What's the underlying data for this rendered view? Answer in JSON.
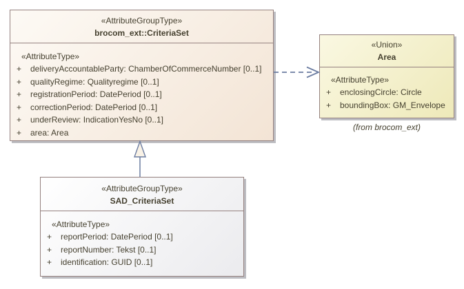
{
  "theme": {
    "box_border": "#94807e",
    "shadow": "#bdbdc2",
    "connector": "#6b7ca1",
    "text": "#45402f",
    "criteria_fill_start": "#fdfaf5",
    "criteria_fill_end": "#f3e4d5",
    "area_fill_start": "#faf8e2",
    "area_fill_end": "#eee9b9",
    "sad_fill_start": "#ffffff",
    "sad_fill_end": "#ebebee",
    "triangle_fill": "#f9f2e6"
  },
  "criteria_set": {
    "stereotype": "«AttributeGroupType»",
    "name": "brocom_ext::CriteriaSet",
    "section": "«AttributeType»",
    "attributes": [
      {
        "vis": "+",
        "text": "deliveryAccountableParty: ChamberOfCommerceNumber [0..1]"
      },
      {
        "vis": "+",
        "text": "qualityRegime: Qualityregime [0..1]"
      },
      {
        "vis": "+",
        "text": "registrationPeriod: DatePeriod [0..1]"
      },
      {
        "vis": "+",
        "text": "correctionPeriod: DatePeriod [0..1]"
      },
      {
        "vis": "+",
        "text": "underReview: IndicationYesNo [0..1]"
      },
      {
        "vis": "+",
        "text": "area: Area"
      }
    ]
  },
  "area": {
    "stereotype": "«Union»",
    "name": "Area",
    "section": "«AttributeType»",
    "attributes": [
      {
        "vis": "+",
        "text": "enclosingCircle: Circle"
      },
      {
        "vis": "+",
        "text": "boundingBox: GM_Envelope"
      }
    ],
    "caption": "(from brocom_ext)"
  },
  "sad_criteria_set": {
    "stereotype": "«AttributeGroupType»",
    "name": "SAD_CriteriaSet",
    "section": "«AttributeType»",
    "attributes": [
      {
        "vis": "+",
        "text": "reportPeriod: DatePeriod [0..1]"
      },
      {
        "vis": "+",
        "text": "reportNumber: Tekst [0..1]"
      },
      {
        "vis": "+",
        "text": "identification: GUID [0..1]"
      }
    ]
  }
}
